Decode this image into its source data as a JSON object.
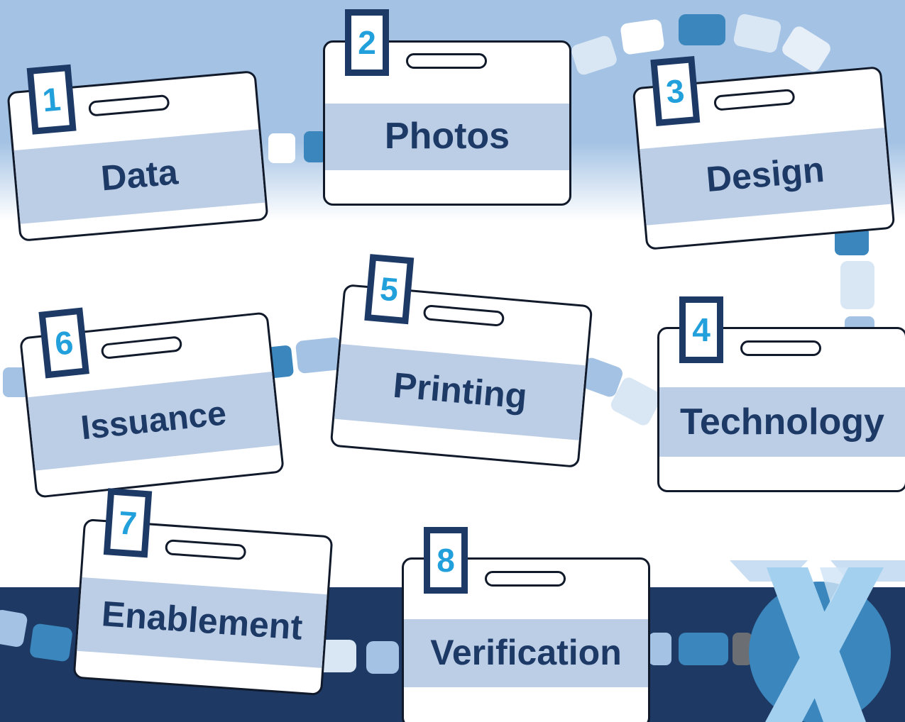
{
  "steps": [
    {
      "number": "1",
      "label": "Data"
    },
    {
      "number": "2",
      "label": "Photos"
    },
    {
      "number": "3",
      "label": "Design"
    },
    {
      "number": "4",
      "label": "Technology"
    },
    {
      "number": "5",
      "label": "Printing"
    },
    {
      "number": "6",
      "label": "Issuance"
    },
    {
      "number": "7",
      "label": "Enablement"
    },
    {
      "number": "8",
      "label": "Verification"
    }
  ],
  "colors": {
    "navy": "#1d3a66",
    "number": "#22a0db",
    "band": "#bccde6",
    "sky": "#a3c2e4",
    "dark_footer": "#1e3a64"
  },
  "logo": {
    "name": "x-logo-icon"
  }
}
